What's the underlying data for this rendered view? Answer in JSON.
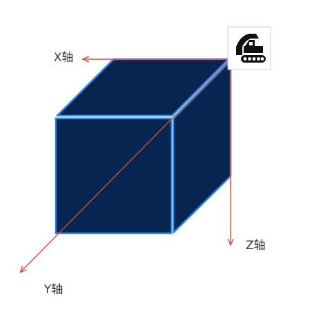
{
  "axes": {
    "x_label": "X轴",
    "y_label": "Y轴",
    "z_label": "Z轴"
  },
  "colors": {
    "cube_fill": "#062550",
    "cube_edge": "#2f8de8",
    "axis_line": "#e5473d",
    "background": "#ffffff",
    "icon_frame": "#cccccc",
    "icon_fill": "#111111"
  },
  "icon": {
    "name": "excavator-icon"
  }
}
